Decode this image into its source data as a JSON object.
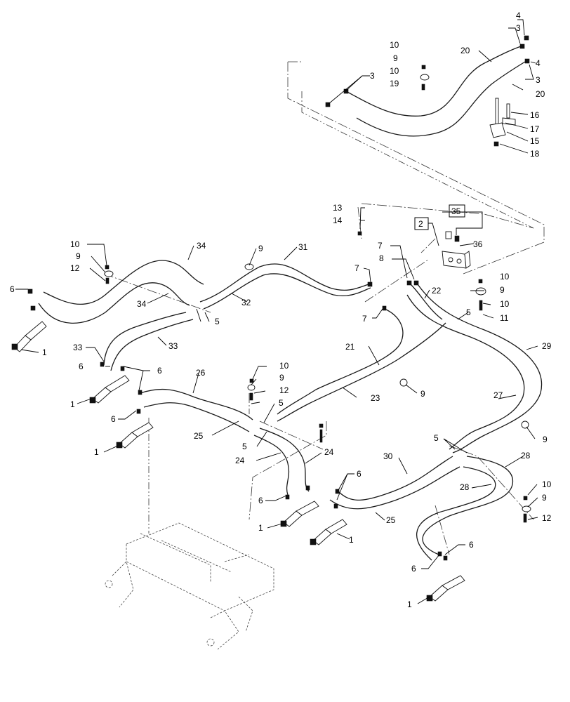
{
  "callouts": {
    "c1": "1",
    "c2": "2",
    "c3": "3",
    "c4": "4",
    "c5": "5",
    "c6": "6",
    "c7": "7",
    "c8": "8",
    "c9": "9",
    "c10": "10",
    "c11": "11",
    "c12": "12",
    "c13": "13",
    "c14": "14",
    "c15": "15",
    "c16": "16",
    "c17": "17",
    "c18": "18",
    "c19": "19",
    "c20": "20",
    "c21": "21",
    "c22": "22",
    "c23": "23",
    "c24": "24",
    "c25": "25",
    "c26": "26",
    "c27": "27",
    "c28": "28",
    "c29": "29",
    "c30": "30",
    "c31": "31",
    "c32": "32",
    "c33": "33",
    "c34": "34",
    "c35": "35",
    "c36": "36"
  },
  "icons": {
    "cylinder": "hydraulic-cylinder-icon",
    "valve": "valve-block-icon",
    "clamp": "hose-clamp-icon",
    "bolt": "bolt-icon",
    "fitting": "fitting-icon"
  }
}
